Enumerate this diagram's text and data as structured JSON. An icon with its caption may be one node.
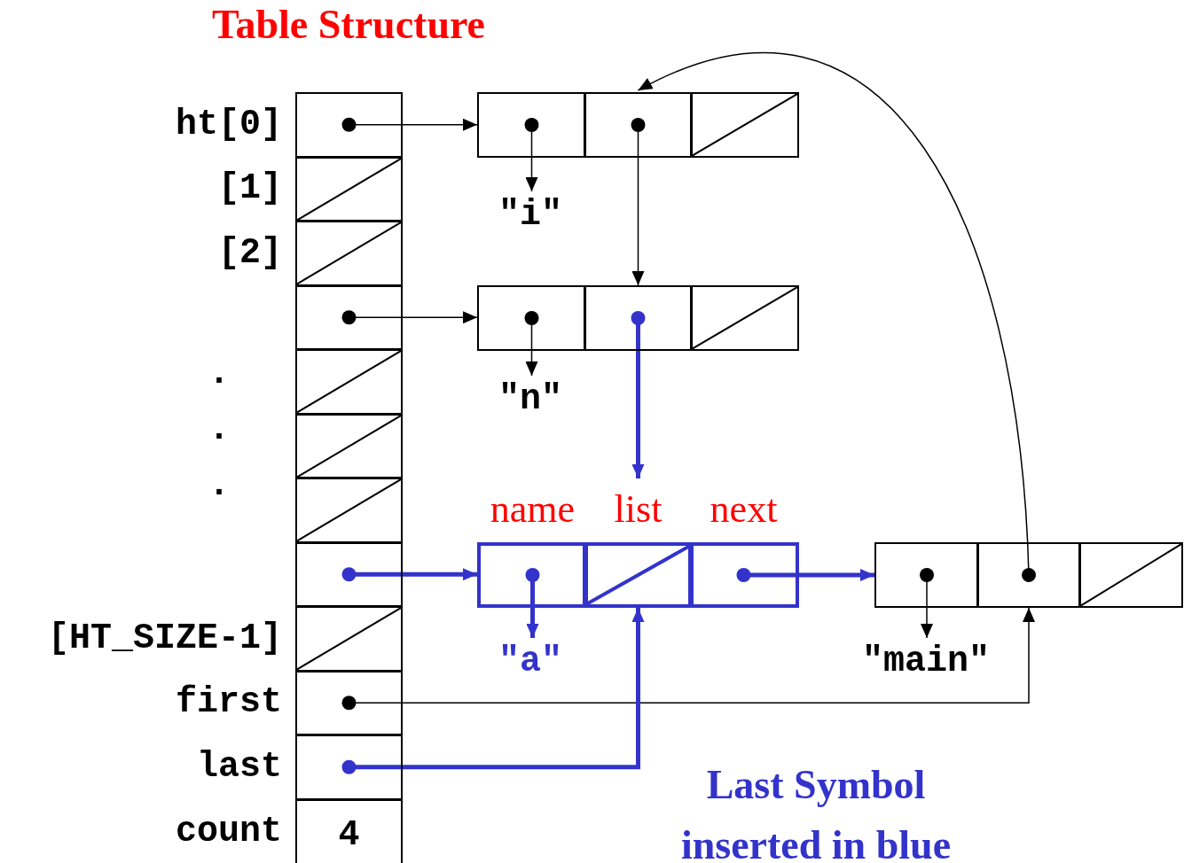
{
  "diagram": {
    "title": "Table Structure",
    "nodes": [
      {
        "text": [],
        "shape": "box",
        "beside": [
          "ht[0]"
        ]
      },
      {
        "text": [],
        "shape": "box",
        "beside": [
          "[1]"
        ]
      },
      {
        "text": [],
        "shape": "box",
        "beside": [
          "[2]"
        ]
      },
      {
        "text": [],
        "shape": "box"
      },
      {
        "text": [],
        "shape": "box"
      },
      {
        "text": [],
        "shape": "box"
      },
      {
        "text": [],
        "shape": "box"
      },
      {
        "text": [],
        "shape": "box"
      },
      {
        "text": [],
        "shape": "box",
        "beside": [
          "[HT_SIZE-1]"
        ]
      },
      {
        "text": [],
        "shape": "box",
        "beside": [
          "first"
        ]
      },
      {
        "text": [],
        "shape": "box",
        "beside": [
          "last"
        ]
      },
      {
        "text": [
          "4"
        ],
        "beside": [
          "count"
        ]
      },
      {
        "text": [],
        "shape": "box"
      },
      {
        "text": [],
        "shape": "box"
      },
      {
        "text": [],
        "shape": "box"
      },
      {
        "text": [
          "\"i\""
        ]
      },
      {
        "text": [],
        "shape": "box"
      },
      {
        "text": [],
        "shape": "box"
      },
      {
        "text": [],
        "shape": "box"
      },
      {
        "text": [
          "\"n\""
        ]
      },
      {
        "text": [],
        "shape": "box",
        "beside": [
          "name"
        ]
      },
      {
        "text": [],
        "shape": "box",
        "beside": [
          "list"
        ]
      },
      {
        "text": [],
        "shape": "box",
        "beside": [
          "next"
        ]
      },
      {
        "text": [
          "\"a\""
        ]
      },
      {
        "text": [],
        "shape": "box"
      },
      {
        "text": [],
        "shape": "box"
      },
      {
        "text": [],
        "shape": "box"
      },
      {
        "text": [
          "\"main\""
        ]
      }
    ],
    "edges": [
      {
        "from": 0,
        "to": 12,
        "arrow": "to"
      },
      {
        "from": 12,
        "to": 15,
        "arrow": "to"
      },
      {
        "from": 13,
        "to": 17,
        "arrow": "to"
      },
      {
        "from": 3,
        "to": 16,
        "arrow": "to"
      },
      {
        "from": 16,
        "to": 19,
        "arrow": "to"
      },
      {
        "from": 17,
        "to": 21,
        "arrow": "to",
        "style": "thick",
        "color": "#3333cc"
      },
      {
        "from": 7,
        "to": 20,
        "arrow": "to",
        "style": "thick",
        "color": "#3333cc"
      },
      {
        "from": 20,
        "to": 23,
        "arrow": "to",
        "style": "thick",
        "color": "#3333cc"
      },
      {
        "from": 22,
        "to": 24,
        "arrow": "to",
        "style": "thick",
        "color": "#3333cc"
      },
      {
        "from": 24,
        "to": 27,
        "arrow": "to"
      },
      {
        "from": 25,
        "to": 13,
        "arrow": "to"
      },
      {
        "from": 9,
        "to": 25,
        "arrow": "to"
      },
      {
        "from": 10,
        "to": 21,
        "arrow": "to",
        "style": "thick",
        "color": "#3333cc"
      }
    ],
    "labels": [
      ".",
      ".",
      ".",
      "Last Symbol inserted in blue"
    ]
  }
}
